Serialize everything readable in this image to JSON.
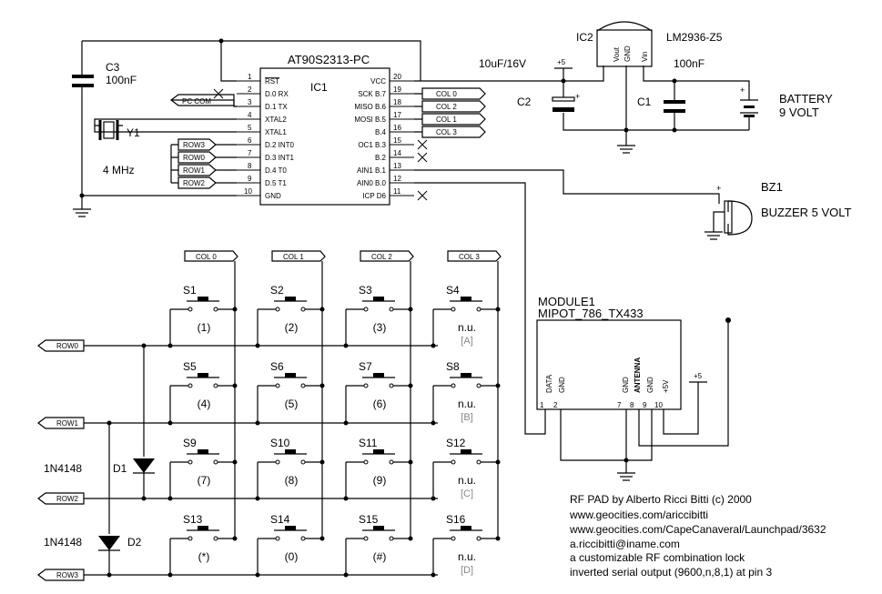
{
  "ic1": {
    "part": "AT90S2313-PC",
    "ref": "IC1",
    "left_pins": [
      {
        "num": "1",
        "name": "RST"
      },
      {
        "num": "2",
        "name": "D.0 RX"
      },
      {
        "num": "3",
        "name": "D.1 TX"
      },
      {
        "num": "4",
        "name": "XTAL2"
      },
      {
        "num": "5",
        "name": "XTAL1"
      },
      {
        "num": "6",
        "name": "D.2 INT0"
      },
      {
        "num": "7",
        "name": "D.3 INT1"
      },
      {
        "num": "8",
        "name": "D.4 T0"
      },
      {
        "num": "9",
        "name": "D.5 T1"
      },
      {
        "num": "10",
        "name": "GND"
      }
    ],
    "right_pins": [
      {
        "num": "20",
        "name": "VCC"
      },
      {
        "num": "19",
        "name": "SCK B.7"
      },
      {
        "num": "18",
        "name": "MISO B.6"
      },
      {
        "num": "17",
        "name": "MOSI B.5"
      },
      {
        "num": "16",
        "name": "B.4"
      },
      {
        "num": "15",
        "name": "OC1 B.3"
      },
      {
        "num": "14",
        "name": "B.2"
      },
      {
        "num": "13",
        "name": "AIN1 B.1"
      },
      {
        "num": "12",
        "name": "AIN0 B.0"
      },
      {
        "num": "11",
        "name": "ICP D6"
      }
    ]
  },
  "ic2": {
    "ref": "IC2",
    "part": "LM2936-Z5",
    "pins": [
      "Vout",
      "GND",
      "Vin"
    ]
  },
  "c1": {
    "ref": "C1",
    "value": "100nF"
  },
  "c2": {
    "ref": "C2",
    "value": "10uF/16V",
    "polarity": "+"
  },
  "c3": {
    "ref": "C3",
    "value": "100nF"
  },
  "y1": {
    "ref": "Y1",
    "value": "4 MHz"
  },
  "battery": {
    "name": "BATTERY",
    "value": "9 VOLT",
    "plus": "+"
  },
  "buzzer": {
    "ref": "BZ1",
    "value": "BUZZER 5 VOLT",
    "plus": "+"
  },
  "supply": {
    "label": "+5"
  },
  "port_labels": {
    "pc_com": "PC COM",
    "rows": [
      "ROW3",
      "ROW0",
      "ROW1",
      "ROW2"
    ],
    "cols": [
      "COL 0",
      "COL 2",
      "COL 1",
      "COL 3"
    ]
  },
  "keypad": {
    "col_headers": [
      "COL 0",
      "COL 1",
      "COL 2",
      "COL 3"
    ],
    "row_labels": [
      "ROW0",
      "ROW1",
      "ROW2",
      "ROW3"
    ],
    "switches": [
      {
        "ref": "S1",
        "key": "(1)"
      },
      {
        "ref": "S2",
        "key": "(2)"
      },
      {
        "ref": "S3",
        "key": "(3)"
      },
      {
        "ref": "S4",
        "key": "n.u.",
        "sub": "[A]"
      },
      {
        "ref": "S5",
        "key": "(4)"
      },
      {
        "ref": "S6",
        "key": "(5)"
      },
      {
        "ref": "S7",
        "key": "(6)"
      },
      {
        "ref": "S8",
        "key": "n.u.",
        "sub": "[B]"
      },
      {
        "ref": "S9",
        "key": "(7)"
      },
      {
        "ref": "S10",
        "key": "(8)"
      },
      {
        "ref": "S11",
        "key": "(9)"
      },
      {
        "ref": "S12",
        "key": "n.u.",
        "sub": "[C]"
      },
      {
        "ref": "S13",
        "key": "(*)"
      },
      {
        "ref": "S14",
        "key": "(0)"
      },
      {
        "ref": "S15",
        "key": "(#)"
      },
      {
        "ref": "S16",
        "key": "n.u.",
        "sub": "[D]"
      }
    ]
  },
  "d1": {
    "ref": "D1",
    "part": "1N4148"
  },
  "d2": {
    "ref": "D2",
    "part": "1N4148"
  },
  "module": {
    "ref": "MODULE1",
    "part": "MIPOT_786_TX433",
    "pins": [
      {
        "num": "1",
        "name": "DATA"
      },
      {
        "num": "2",
        "name": "GND"
      },
      {
        "num": "7",
        "name": "GND"
      },
      {
        "num": "8",
        "name": "ANTENNA"
      },
      {
        "num": "9",
        "name": "GND"
      },
      {
        "num": "10",
        "name": "+5V"
      }
    ],
    "supply": "+5"
  },
  "notes": [
    "RF PAD by Alberto Ricci Bitti (c) 2000",
    "www.geocities.com/ariccibitti",
    "www.geocities.com/CapeCanaveral/Launchpad/3632",
    "a.riccibitti@iname.com",
    "a customizable RF combination lock",
    "inverted serial output (9600,n,8,1) at pin 3"
  ]
}
